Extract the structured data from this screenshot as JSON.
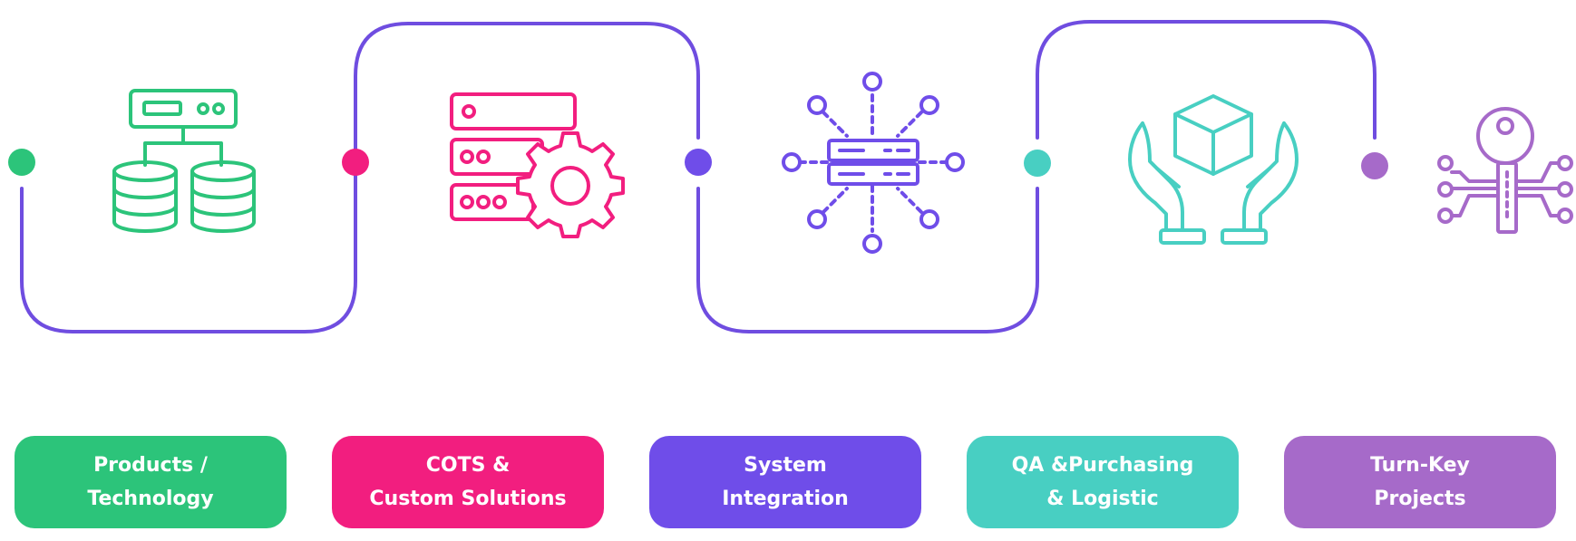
{
  "colors": {
    "connector": "#6f4de0",
    "green": "#2cc47a",
    "pink": "#f21e7f",
    "purple": "#6f4de9",
    "teal": "#48cfc2",
    "lilac": "#a66ac9",
    "label_text": "#ffffff"
  },
  "steps": [
    {
      "icon": "database-network-icon",
      "color": "#2cc47a",
      "label_line1": "Products /",
      "label_line2": "Technology"
    },
    {
      "icon": "server-gear-icon",
      "color": "#f21e7f",
      "label_line1": "COTS &",
      "label_line2": "Custom Solutions"
    },
    {
      "icon": "server-network-icon",
      "color": "#6f4de9",
      "label_line1": "System",
      "label_line2": "Integration"
    },
    {
      "icon": "hands-box-icon",
      "color": "#48cfc2",
      "label_line1": "QA &Purchasing",
      "label_line2": "& Logistic"
    },
    {
      "icon": "digital-key-icon",
      "color": "#a66ac9",
      "label_line1": "Turn-Key",
      "label_line2": "Projects"
    }
  ]
}
